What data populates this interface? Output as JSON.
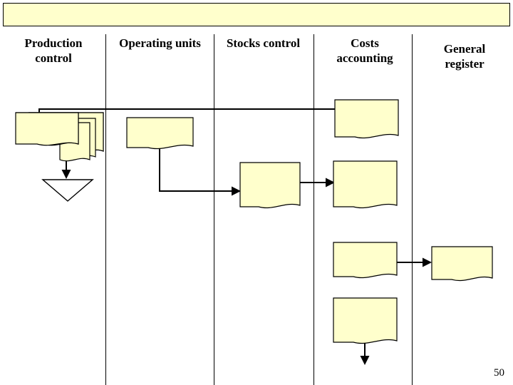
{
  "slide": {
    "page_number": "50",
    "banner_color": "#ffffcc",
    "shape_fill": "#ffffcc",
    "shape_stroke": "#000000",
    "line_color": "#000000"
  },
  "columns": [
    {
      "id": "production-control",
      "label": "Production\ncontrol",
      "label_line1": "Production",
      "label_line2": "control"
    },
    {
      "id": "operating-units",
      "label": "Operating units",
      "label_line1": "Operating units",
      "label_line2": ""
    },
    {
      "id": "stocks-control",
      "label": "Stocks control",
      "label_line1": "Stocks control",
      "label_line2": ""
    },
    {
      "id": "costs-accounting",
      "label": "Costs accounting",
      "label_line1": "Costs",
      "label_line2": "accounting"
    },
    {
      "id": "general-register",
      "label": "General register",
      "label_line1": "General",
      "label_line2": "register"
    }
  ],
  "documents": [
    {
      "id": "doc-production-stack",
      "column": "production-control",
      "note": "stacked document set"
    },
    {
      "id": "doc-operating-units",
      "column": "operating-units",
      "note": "document"
    },
    {
      "id": "doc-stocks-control",
      "column": "stocks-control",
      "note": "document"
    },
    {
      "id": "doc-costs-top",
      "column": "costs-accounting",
      "note": "document"
    },
    {
      "id": "doc-costs-middle",
      "column": "costs-accounting",
      "note": "document"
    },
    {
      "id": "doc-costs-lower",
      "column": "costs-accounting",
      "note": "document"
    },
    {
      "id": "doc-costs-bottom",
      "column": "costs-accounting",
      "note": "document"
    },
    {
      "id": "doc-general-register",
      "column": "general-register",
      "note": "document"
    }
  ],
  "connectors": [
    {
      "id": "conn-production-to-costs-top",
      "from": "doc-production-stack",
      "to": "doc-costs-top",
      "direction": "right"
    },
    {
      "id": "conn-production-down-to-file",
      "from": "doc-production-stack",
      "to": "file-triangle",
      "direction": "down"
    },
    {
      "id": "conn-operating-to-stocks",
      "from": "doc-operating-units",
      "to": "doc-stocks-control",
      "direction": "right"
    },
    {
      "id": "conn-stocks-to-costs-middle",
      "from": "doc-stocks-control",
      "to": "doc-costs-middle",
      "direction": "right"
    },
    {
      "id": "conn-costs-lower-to-general",
      "from": "doc-costs-lower",
      "to": "doc-general-register",
      "direction": "right"
    },
    {
      "id": "conn-costs-bottom-down",
      "from": "doc-costs-bottom",
      "to": "end",
      "direction": "down"
    }
  ],
  "shapes": [
    {
      "id": "file-triangle",
      "type": "archive-triangle",
      "column": "production-control"
    }
  ]
}
